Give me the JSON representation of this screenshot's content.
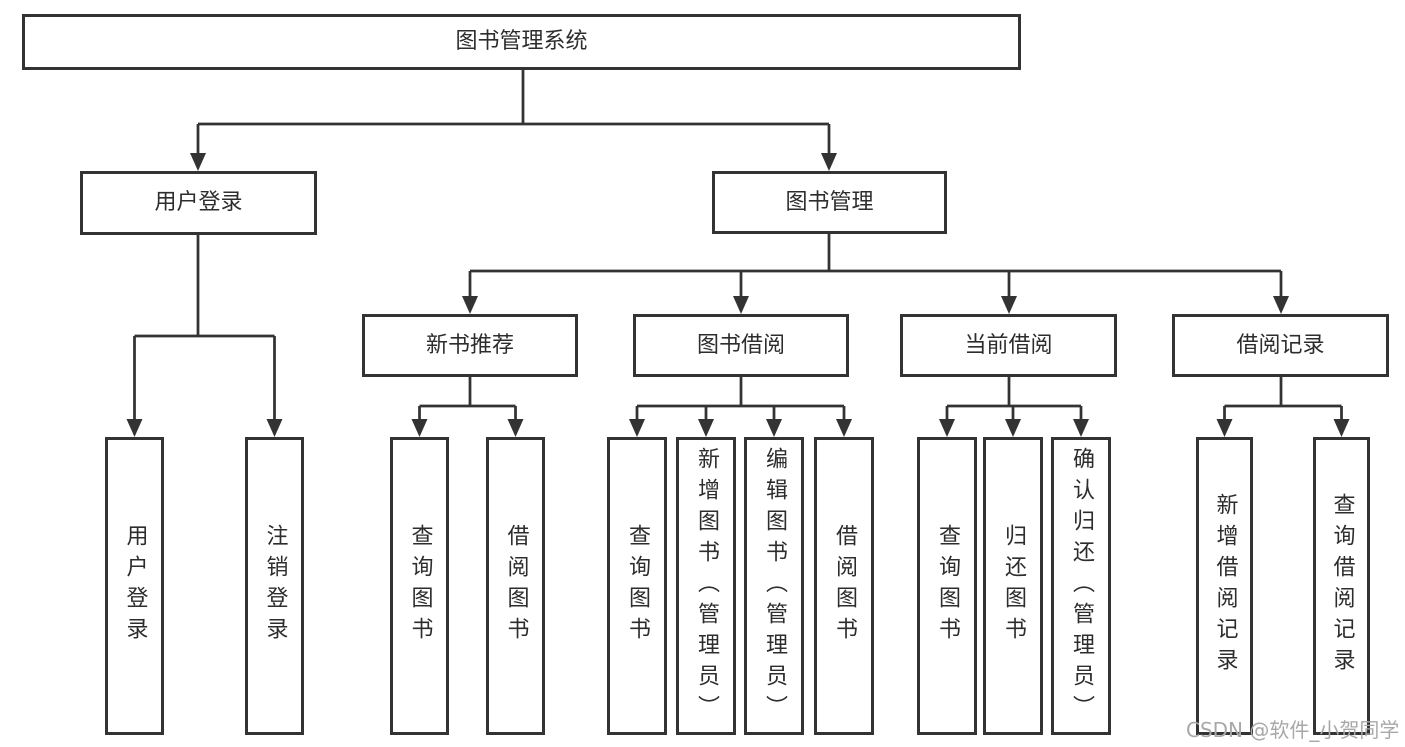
{
  "colors": {
    "line": "#333333",
    "text": "#2d2d2d",
    "watermark": "#a8a8a8",
    "background": "#ffffff"
  },
  "tree": {
    "label": "图书管理系统",
    "children": [
      {
        "label": "用户登录",
        "children": [
          {
            "label": "用户登录"
          },
          {
            "label": "注销登录"
          }
        ]
      },
      {
        "label": "图书管理",
        "children": [
          {
            "label": "新书推荐",
            "children": [
              {
                "label": "查询图书"
              },
              {
                "label": "借阅图书"
              }
            ]
          },
          {
            "label": "图书借阅",
            "children": [
              {
                "label": "查询图书"
              },
              {
                "label": "新增图书（管理员）"
              },
              {
                "label": "编辑图书（管理员）"
              },
              {
                "label": "借阅图书"
              }
            ]
          },
          {
            "label": "当前借阅",
            "children": [
              {
                "label": "查询图书"
              },
              {
                "label": "归还图书"
              },
              {
                "label": "确认归还（管理员）"
              }
            ]
          },
          {
            "label": "借阅记录",
            "children": [
              {
                "label": "新增借阅记录"
              },
              {
                "label": "查询借阅记录"
              }
            ]
          }
        ]
      }
    ]
  },
  "watermark": {
    "text": "CSDN @软件_小贺同学"
  }
}
